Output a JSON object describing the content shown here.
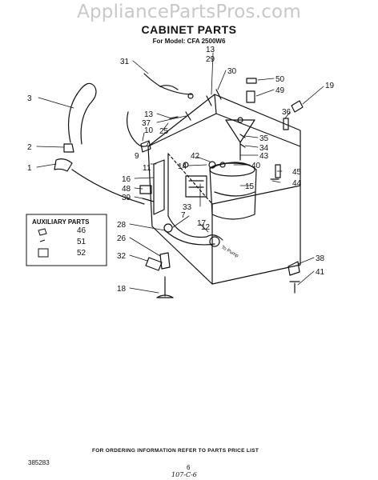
{
  "watermark": "AppliancePartsPros.com",
  "title": "CABINET PARTS",
  "subtitle": "For Model: CFA 2500W6",
  "callouts": [
    "1",
    "2",
    "3",
    "7",
    "9",
    "10",
    "11",
    "12",
    "13",
    "13",
    "14",
    "15",
    "16",
    "17",
    "18",
    "19",
    "25",
    "26",
    "28",
    "29",
    "30",
    "31",
    "32",
    "33",
    "34",
    "35",
    "36",
    "37",
    "38",
    "39",
    "40",
    "41",
    "42",
    "43",
    "44",
    "45",
    "48",
    "49",
    "50"
  ],
  "pump_note": "To Pump",
  "auxiliary": {
    "title": "AUXILIARY PARTS",
    "items": [
      "46",
      "51",
      "52"
    ]
  },
  "footer_text": "FOR ORDERING INFORMATION REFER TO PARTS PRICE LIST",
  "doc_number": "385283",
  "page_number": "6",
  "handwritten_note": "107-C-6"
}
